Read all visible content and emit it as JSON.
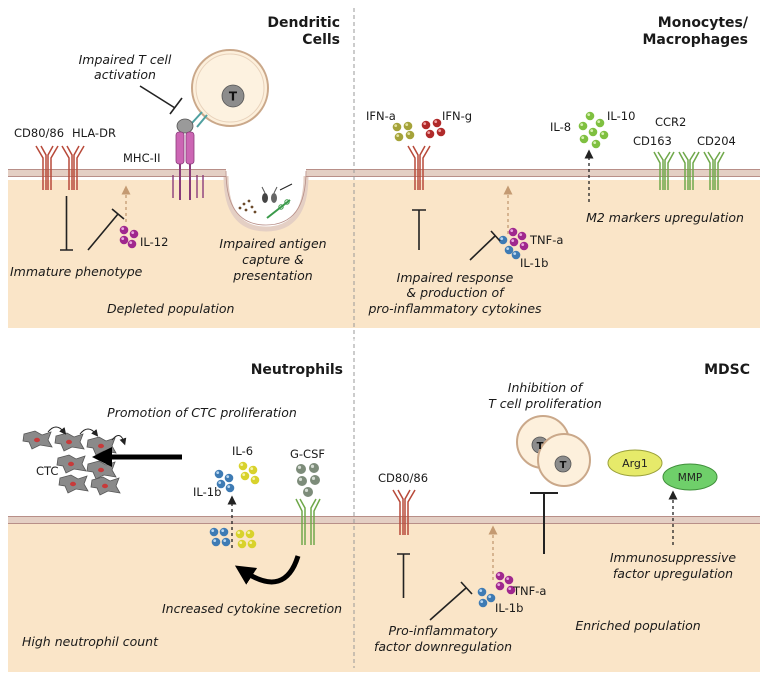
{
  "dendritic_cells": {
    "title_line1": "Dendritic",
    "title_line2": "Cells",
    "receptor_cd80": "CD80/86",
    "receptor_hladr": "HLA-DR",
    "mhc": "MHC-II",
    "tcell_letter": "T",
    "impaired_tcell_line1": "Impaired T cell",
    "impaired_tcell_line2": "activation",
    "cytokine_il12": "IL-12",
    "immature": "Immature phenotype",
    "antigen_line1": "Impaired antigen",
    "antigen_line2": "capture &",
    "antigen_line3": "presentation",
    "depleted": "Depleted population"
  },
  "monocytes": {
    "title_line1": "Monocytes/",
    "title_line2": "Macrophages",
    "ifn_a": "IFN-a",
    "ifn_g": "IFN-g",
    "il8": "IL-8",
    "il10": "IL-10",
    "ccr2": "CCR2",
    "cd163": "CD163",
    "cd204": "CD204",
    "tnf_a": "TNF-a",
    "il1b": "IL-1b",
    "m2": "M2 markers upregulation",
    "impaired_line1": "Impaired response",
    "impaired_line2": "& production of",
    "impaired_line3": "pro-inflammatory cytokines"
  },
  "neutrophils": {
    "title": "Neutrophils",
    "promotion": "Promotion of CTC proliferation",
    "ctc": "CTC",
    "il6": "IL-6",
    "il1b": "IL-1b",
    "gcsf": "G-CSF",
    "increased": "Increased cytokine secretion",
    "high_count": "High neutrophil count"
  },
  "mdsc": {
    "title": "MDSC",
    "inhibition_line1": "Inhibition of",
    "inhibition_line2": "T cell proliferation",
    "tcell_letter": "T",
    "cd80": "CD80/86",
    "arg1": "Arg1",
    "mmp": "MMP",
    "tnf_a": "TNF-a",
    "il1b": "IL-1b",
    "immuno_line1": "Immunosuppressive",
    "immuno_line2": "factor upregulation",
    "proinf_line1": "Pro-inflammatory",
    "proinf_line2": "factor downregulation",
    "enriched": "Enriched population"
  },
  "colors": {
    "cell_fill": "#fae5c8",
    "membrane": "#e4cfc4",
    "red_receptor": "#b84a3a",
    "green_receptor": "#6fa84a",
    "mhc_pink": "#cc66b4",
    "il12_purple": "#a0288e",
    "tan_arrow": "#c49a72"
  }
}
